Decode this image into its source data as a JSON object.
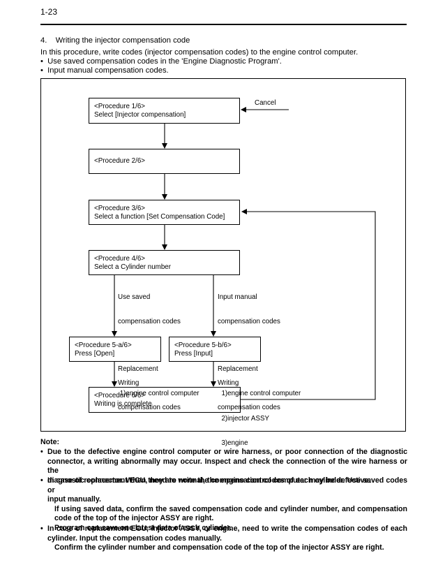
{
  "header": {
    "page_number": "1-23"
  },
  "intro": {
    "heading": "4.    Writing the injector compensation code",
    "text": "In this procedure, write codes (injector compensation codes) to the engine control computer.",
    "bullets": [
      "Use saved compensation codes in the 'Engine Diagnostic Program'.",
      "Input manual compensation codes."
    ]
  },
  "flow": {
    "proc1": {
      "title": "<Procedure 1/6>",
      "desc": "Select [Injector compensation]"
    },
    "proc2": {
      "title": "<Procedure 2/6>"
    },
    "proc3": {
      "title": "<Procedure 3/6>",
      "desc": "Select a function [Set Compensation Code]"
    },
    "proc4": {
      "title": "<Procedure 4/6>",
      "desc": "Select a Cylinder number"
    },
    "proc5a": {
      "title": "<Procedure 5-a/6>",
      "desc": "Press [Open]"
    },
    "proc5b": {
      "title": "<Procedure 5-b/6>",
      "desc": "Press [Input]"
    },
    "proc6": {
      "title": "<Procedure 6/6>",
      "desc": "Writing is complete"
    },
    "cancel": "Cancel",
    "left_branch": {
      "line1": "Use saved",
      "line2": "compensation codes",
      "repl": "Replacement",
      "item1": " 1)engine control computer"
    },
    "right_branch": {
      "line1": "Input manual",
      "line2": "compensation codes",
      "repl": "Replacement",
      "item1": "  1)engine control computer",
      "item2": "  2)injector ASSY",
      "item3": "  3)engine"
    },
    "writing_left": {
      "line1": "Writing",
      "line2": "compensation codes"
    },
    "writing_right": {
      "line1": "Writing",
      "line2": "compensation codes"
    }
  },
  "note": {
    "label": "Note:",
    "b1_l1": "Due to the defective engine control computer or wire harness, or poor connection of the diagnostic",
    "b1_l2": "connector, a writing abnormally may occur. Inspect and check the connection of the wire harness or the",
    "b1_l3": "diagnostic connector. When they are normal, the engine control computer may be defective.",
    "b2_l1": "In case of replacement ECU, need to write the compensation codes of each cylinder. Use saved codes or",
    "b2_l2": "input manually.",
    "b2_l3": "If using saved data, confirm the saved compensation code and cylinder number, and compensation",
    "b2_l4": "code of the top of the injector ASSY are right.",
    "b2_l5": "Program can save one latest data of each cylinder.",
    "b3_l1": "In case of replacement ECU, injector ASSY, or engine, need to write the compensation codes of each",
    "b3_l2": "cylinder. Input the compensation codes manually.",
    "b3_l3": "Confirm the cylinder number and compensation code of the top of the injector ASSY are right."
  }
}
